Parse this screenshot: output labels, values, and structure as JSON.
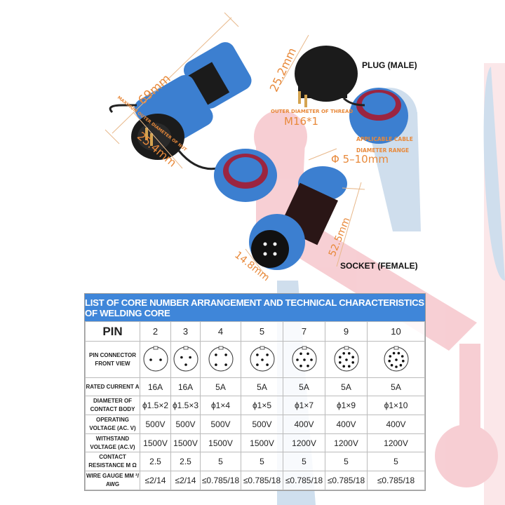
{
  "labels": {
    "plug": "PLUG (MALE)",
    "socket": "SOCKET (FEMALE)",
    "thread_label": "OUTER DIAMETER OF THREAD",
    "thread_value": "M16*1",
    "cable_label_1": "APPLICABLE CABLE",
    "cable_label_2": "DIAMETER RANGE",
    "cable_value": "Φ 5–10mm",
    "nut_label": "MAXIMUM OUTER DIAMETER OF NUT",
    "dim_length": "69mm",
    "dim_nut": "25.4mm",
    "dim_plug": "25.2mm",
    "dim_socket_len": "52.5mm",
    "dim_socket_dia": "14.8mm"
  },
  "colors": {
    "header": "#3f86d9",
    "connector_blue": "#3c7fd0",
    "dimension": "#e8893a",
    "bg_pink": "#f5c6cc",
    "bg_blue": "#c9daea"
  },
  "table": {
    "title": "LIST OF CORE NUMBER ARRANGEMENT AND TECHNICAL CHARACTERISTICS OF WELDING CORE",
    "pins": [
      "2",
      "3",
      "4",
      "5",
      "7",
      "9",
      "10"
    ],
    "rows": [
      {
        "label": "PIN",
        "values": [
          "2",
          "3",
          "4",
          "5",
          "7",
          "9",
          "10"
        ]
      },
      {
        "label": "PIN CONNECTOR FRONT VIEW",
        "values": []
      },
      {
        "label": "RATED CURRENT A",
        "values": [
          "16A",
          "16A",
          "5A",
          "5A",
          "5A",
          "5A",
          "5A"
        ]
      },
      {
        "label": "DIAMETER OF CONTACT BODY",
        "values": [
          "ϕ1.5×2",
          "ϕ1.5×3",
          "ϕ1×4",
          "ϕ1×5",
          "ϕ1×7",
          "ϕ1×9",
          "ϕ1×10"
        ]
      },
      {
        "label": "OPERATING VOLTAGE (AC. V)",
        "values": [
          "500V",
          "500V",
          "500V",
          "500V",
          "400V",
          "400V",
          "400V"
        ]
      },
      {
        "label": "WITHSTAND VOLTAGE (AC.V)",
        "values": [
          "1500V",
          "1500V",
          "1500V",
          "1500V",
          "1200V",
          "1200V",
          "1200V"
        ]
      },
      {
        "label": "CONTACT RESISTANCE M Ω",
        "values": [
          "2.5",
          "2.5",
          "5",
          "5",
          "5",
          "5",
          "5"
        ]
      },
      {
        "label": "WIRE GAUGE MM ²/ AWG",
        "values": [
          "≤2/14",
          "≤2/14",
          "≤0.785/18",
          "≤0.785/18",
          "≤0.785/18",
          "≤0.785/18",
          "≤0.785/18"
        ]
      }
    ]
  }
}
